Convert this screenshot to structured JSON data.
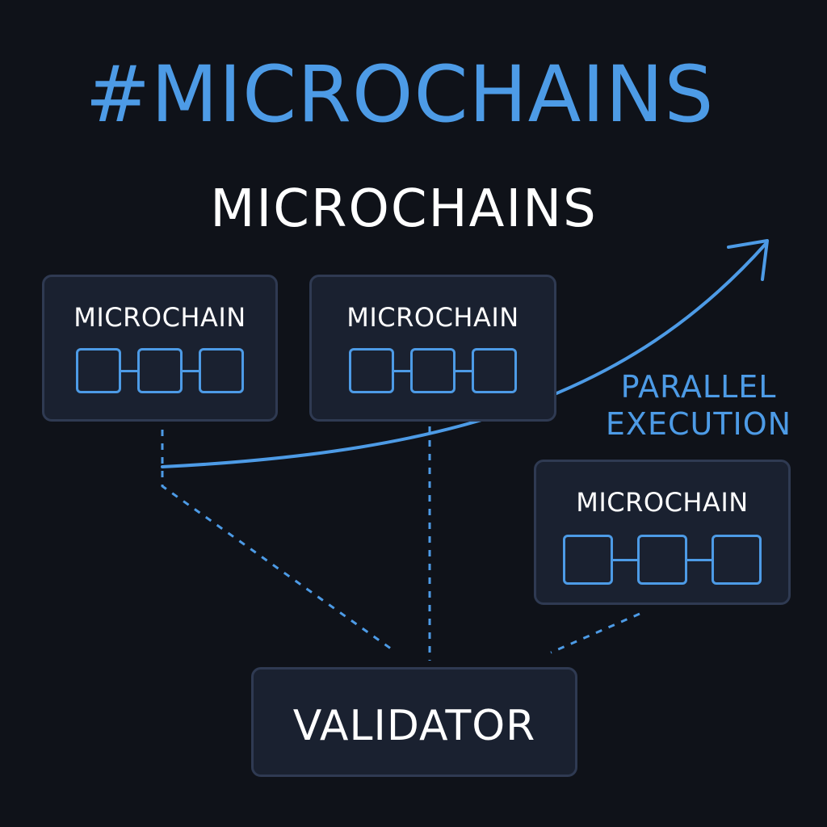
{
  "hashtag_title": "#MICROCHAINS",
  "subtitle": "MICROCHAINS",
  "microchains": [
    {
      "label": "MICROCHAIN",
      "blocks": 3
    },
    {
      "label": "MICROCHAIN",
      "blocks": 3
    },
    {
      "label": "MICROCHAIN",
      "blocks": 3
    }
  ],
  "parallel_label": {
    "line1": "PARALLEL",
    "line2": "EXECUTION"
  },
  "validator_label": "VALIDATOR",
  "icons": {
    "growth_arrow": "trend-arrow-icon",
    "block": "chain-block-icon"
  },
  "colors": {
    "background": "#0f1219",
    "accent": "#4d9be6",
    "text": "#ffffff",
    "box_fill": "#1a2130",
    "box_border": "#2f3a52"
  }
}
